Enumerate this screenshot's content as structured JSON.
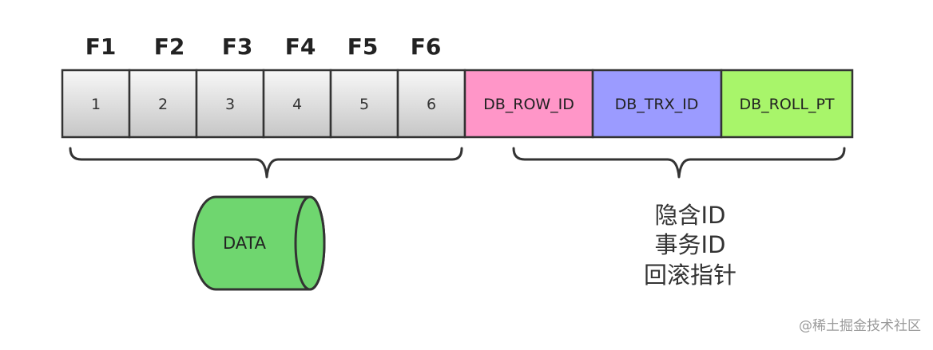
{
  "headers": [
    "F1",
    "F2",
    "F3",
    "F4",
    "F5",
    "F6"
  ],
  "values": [
    "1",
    "2",
    "3",
    "4",
    "5",
    "6"
  ],
  "hidden_fields": [
    {
      "label": "DB_ROW_ID",
      "color": "#ff96c8"
    },
    {
      "label": "DB_TRX_ID",
      "color": "#9b9bff"
    },
    {
      "label": "DB_ROLL_PT",
      "color": "#a8f56a"
    }
  ],
  "data_label": "DATA",
  "notes": [
    "隐含ID",
    "事务ID",
    "回滚指针"
  ],
  "watermark": "@稀土掘金技术社区",
  "colors": {
    "cell_border": "#333333",
    "gray_top": "#f7f7f7",
    "gray_bottom": "#c8c8c8",
    "cylinder_fill": "#6fd66f",
    "brace": "#333333"
  }
}
